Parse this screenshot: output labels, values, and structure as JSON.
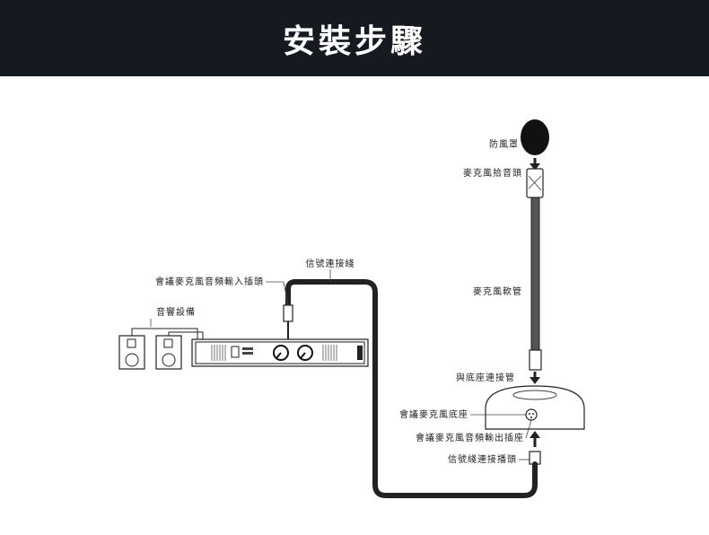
{
  "header": {
    "title": "安裝步驟"
  },
  "labels": {
    "windscreen": "防風罩",
    "mic_capsule": "麥克風拾音頭",
    "signal_cable": "信號連接綫",
    "input_jack": "會議麥克風音頻輸入插頭",
    "audio_equipment": "音響設備",
    "gooseneck": "麥克風軟管",
    "base_connector": "與底座連接管",
    "mic_base": "會議麥克風底座",
    "output_socket": "會議麥克風音頻輸出插座",
    "cable_plug": "信號綫連接播頭"
  },
  "colors": {
    "banner_bg": "#151a21",
    "banner_text": "#ffffff",
    "line": "#222222"
  }
}
